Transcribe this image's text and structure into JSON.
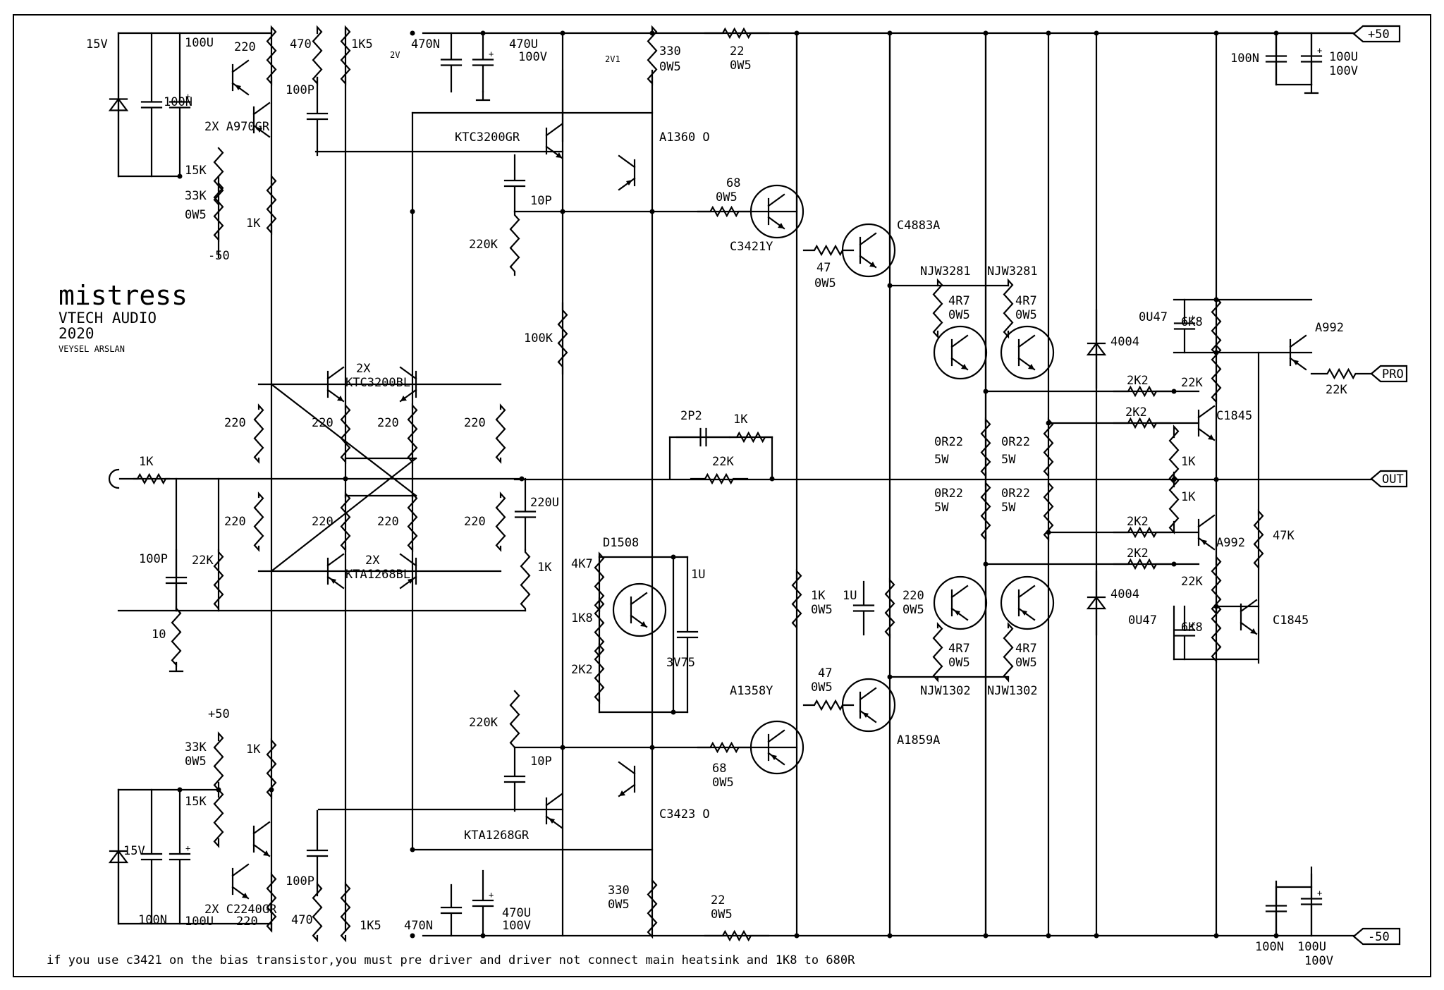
{
  "title": {
    "name": "mistress",
    "company": "VTECH AUDIO",
    "year": "2020",
    "author": "VEYSEL ARSLAN"
  },
  "note": "if you use c3421 on the bias transistor,you must pre driver and driver not connect main heatsink and 1K8 to 680R",
  "terminals": {
    "pos": "+50",
    "neg": "-50",
    "out": "OUT",
    "pro": "PRO"
  },
  "rails": {
    "top_local": "-50",
    "bot_local": "+50"
  },
  "labels": {
    "z15_top": "15V",
    "c100n_tl": "100N",
    "c100u_tl": "100U",
    "r220_tl": "220",
    "q_a970": "2X A970GR",
    "r15k_tl": "15K",
    "r33k_tl": "33K",
    "w_33k_tl": "0W5",
    "r1k_tl": "1K",
    "r470_t": "470",
    "r1k5_t": "1K5",
    "v2v": "2V",
    "c470n_t": "470N",
    "c470u_t": "470U",
    "v100_t": "100V",
    "c100p_t": "100P",
    "q_ktc3200gr": "KTC3200GR",
    "v2v1": "2V1",
    "r330_t": "330",
    "w330_t": "0W5",
    "q_a1360": "A1360 O",
    "r22_t": "22",
    "w22_t": "0W5",
    "c10p_t": "10P",
    "r220k_t": "220K",
    "r68_t": "68",
    "w68_t": "0W5",
    "q_c3421": "C3421Y",
    "r47_t": "47",
    "w47_t": "0W5",
    "q_c4883": "C4883A",
    "q_njw3281a": "NJW3281",
    "q_njw3281b": "NJW3281",
    "r4r7_a": "4R7",
    "w4r7_a": "0W5",
    "r4r7_b": "4R7",
    "w4r7_b": "0W5",
    "c100n_tr": "100N",
    "c100u_tr": "100U",
    "v100_tr": "100V",
    "r100k": "100K",
    "q2x_a": "2X",
    "q_ktc3200bl": "KTC3200BL",
    "r220_l1": "220",
    "r220_c1": "220",
    "r220_c2": "220",
    "r220_r1": "220",
    "c2p2": "2P2",
    "r1k_fb": "1K",
    "r22k_fb": "22K",
    "r1k_in": "1K",
    "r220_l2": "220",
    "r220_c3": "220",
    "r220_c4": "220",
    "r220_r2": "220",
    "c220u": "220U",
    "c100p_in": "100P",
    "r22k_in": "22K",
    "q2x_b": "2X",
    "q_kta1268bl": "KTA1268BL",
    "r1k_mid": "1K",
    "r10": "10",
    "q_d1508": "D1508",
    "r4k7": "4K7",
    "r1k8": "1K8",
    "r2k2_pot": "2K2",
    "c1u_b": "1U",
    "v3v75": "3V75",
    "r0r22_a": "0R22",
    "w5_a": "5W",
    "r0r22_b": "0R22",
    "w5_b": "5W",
    "r0r22_c": "0R22",
    "w5_c": "5W",
    "r0r22_d": "0R22",
    "w5_d": "5W",
    "d4004_t": "4004",
    "d4004_b": "4004",
    "c0u47_t": "0U47",
    "r6k8_t": "6K8",
    "q_a992_t": "A992",
    "r22k_pro": "22K",
    "r2k2_a": "2K2",
    "r2k2_b": "2K2",
    "r22k_r1": "22K",
    "q_c1845_t": "C1845",
    "r1k_r1": "1K",
    "r1k_r2": "1K",
    "r2k2_c": "2K2",
    "r2k2_d": "2K2",
    "q_a992_b": "A992",
    "r47k": "47K",
    "r22k_r2": "22K",
    "c0u47_b": "0U47",
    "r6k8_b": "6K8",
    "q_c1845_b": "C1845",
    "r1k_drv": "1K",
    "w1k_drv": "0W5",
    "c1u_drv": "1U",
    "r220_drv": "220",
    "w220_drv": "0W5",
    "q_njw1302a": "NJW1302",
    "q_njw1302b": "NJW1302",
    "r4r7_c": "4R7",
    "w4r7_c": "0W5",
    "r4r7_d": "4R7",
    "w4r7_d": "0W5",
    "r47_b": "47",
    "w47_b": "0W5",
    "q_a1859": "A1859A",
    "q_a1358": "A1358Y",
    "r220k_b": "220K",
    "c10p_b": "10P",
    "r68_b": "68",
    "w68_b": "0W5",
    "q_kta1268gr": "KTA1268GR",
    "q_c3423": "C3423 O",
    "r33k_bl": "33K",
    "w33k_bl": "0W5",
    "r1k_bl": "1K",
    "r15k_bl": "15K",
    "z15_bot": "15V",
    "q_c2240": "2X C2240GR",
    "c100n_bl": "100N",
    "c100u_bl": "100U",
    "r220_bl": "220",
    "c100p_b": "100P",
    "r470_b": "470",
    "r1k5_b": "1K5",
    "c470n_b": "470N",
    "c470u_b": "470U",
    "v100_b": "100V",
    "r330_b": "330",
    "w330_b": "0W5",
    "r22_b": "22",
    "w22_b": "0W5",
    "c100n_br": "100N",
    "c100u_br": "100U",
    "v100_br": "100V"
  }
}
